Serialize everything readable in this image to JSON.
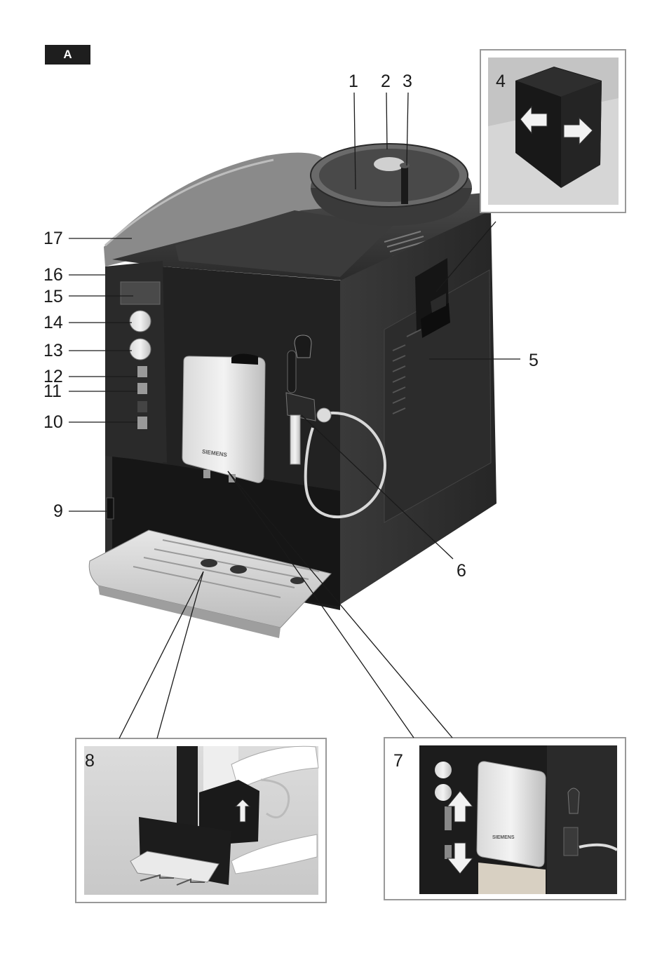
{
  "figure": {
    "label": "A",
    "brand": "SIEMENS"
  },
  "callouts": [
    "1",
    "2",
    "3",
    "4",
    "5",
    "6",
    "7",
    "8",
    "9",
    "10",
    "11",
    "12",
    "13",
    "14",
    "15",
    "16",
    "17"
  ]
}
